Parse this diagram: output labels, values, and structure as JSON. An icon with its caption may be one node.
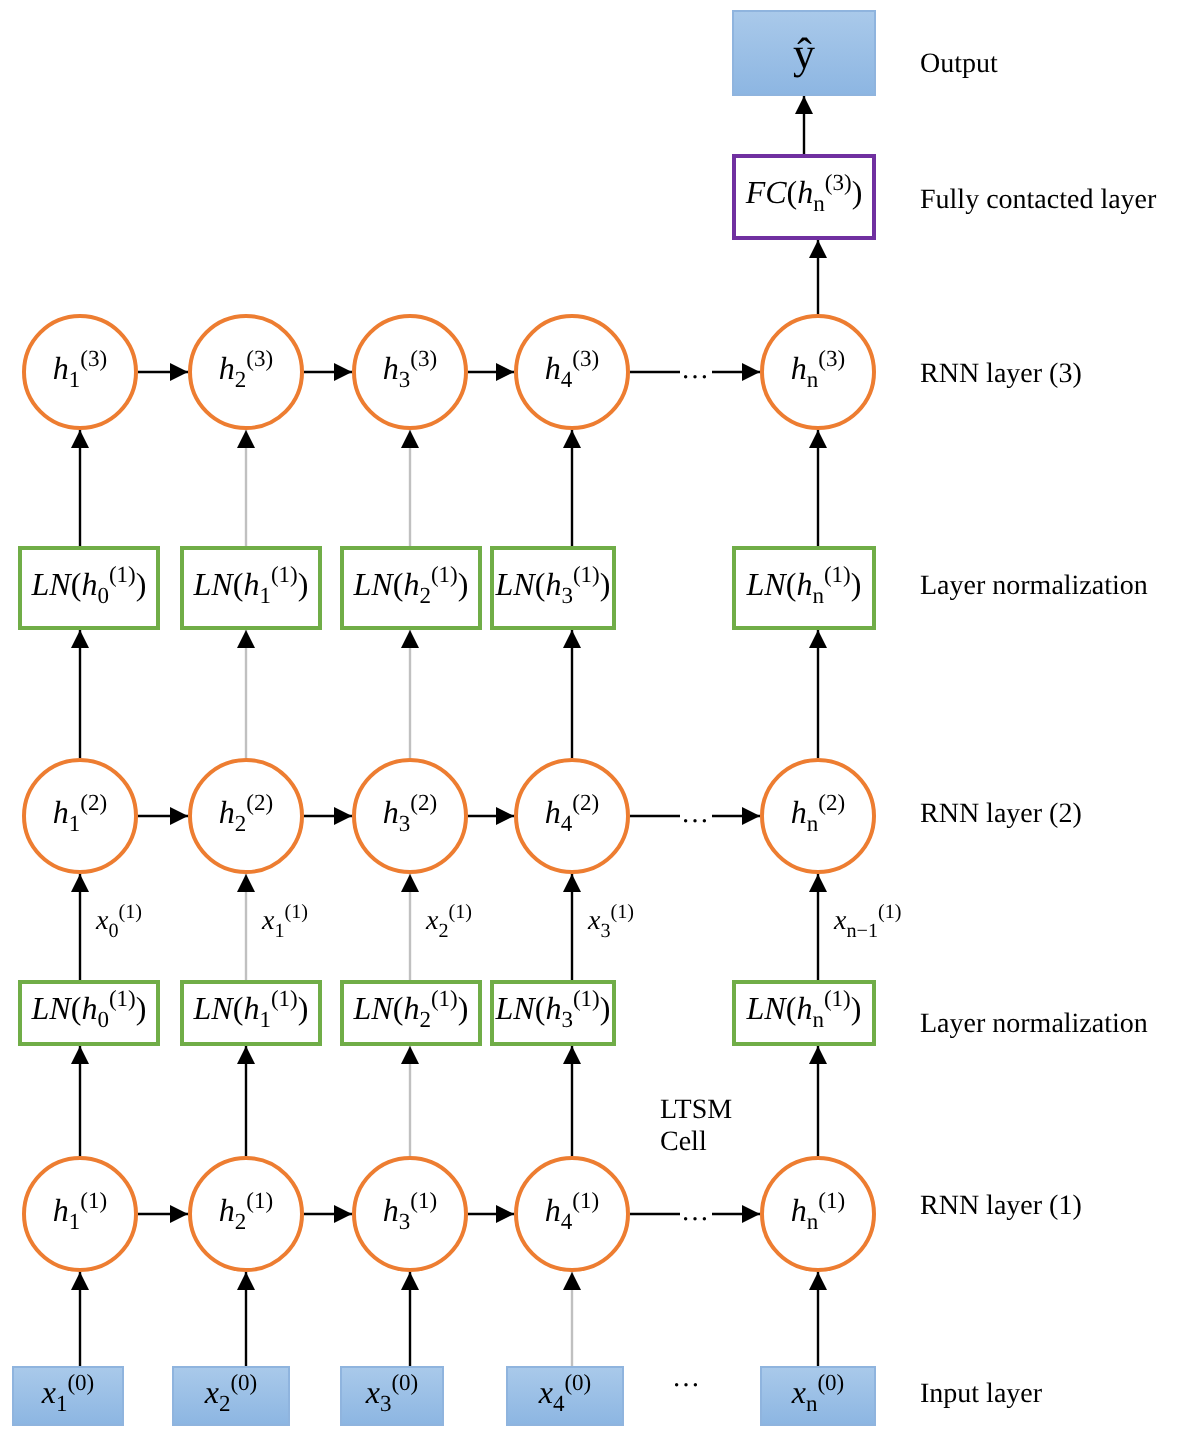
{
  "diagram": {
    "nodes": [
      {
        "text": [
          "ŷ"
        ]
      },
      {
        "text": [
          "*FC*(*h*$_{n}$$^{(3)}$)"
        ]
      },
      {
        "text": [
          "*h*$_{1}$$^{(3)}$"
        ]
      },
      {
        "text": [
          "*h*$_{2}$$^{(3)}$"
        ]
      },
      {
        "text": [
          "*h*$_{3}$$^{(3)}$"
        ]
      },
      {
        "text": [
          "*h*$_{4}$$^{(3)}$"
        ]
      },
      {
        "text": [
          "*h*$_{n}$$^{(3)}$"
        ]
      },
      {
        "text": [
          "*LN*(*h*$_{0}$$^{(1)}$)"
        ]
      },
      {
        "text": [
          "*LN*(*h*$_{1}$$^{(1)}$)"
        ]
      },
      {
        "text": [
          "*LN*(*h*$_{2}$$^{(1)}$)"
        ]
      },
      {
        "text": [
          "*LN*(*h*$_{3}$$^{(1)}$)"
        ]
      },
      {
        "text": [
          "*LN*(*h*$_{n}$$^{(1)}$)"
        ]
      },
      {
        "text": [
          "*h*$_{1}$$^{(2)}$"
        ]
      },
      {
        "text": [
          "*h*$_{2}$$^{(2)}$"
        ]
      },
      {
        "text": [
          "*h*$_{3}$$^{(2)}$"
        ]
      },
      {
        "text": [
          "*h*$_{4}$$^{(2)}$"
        ]
      },
      {
        "text": [
          "*h*$_{n}$$^{(2)}$"
        ]
      },
      {
        "text": [
          "*LN*(*h*$_{0}$$^{(1)}$)"
        ]
      },
      {
        "text": [
          "*LN*(*h*$_{1}$$^{(1)}$)"
        ]
      },
      {
        "text": [
          "*LN*(*h*$_{2}$$^{(1)}$)"
        ]
      },
      {
        "text": [
          "*LN*(*h*$_{3}$$^{(1)}$)"
        ]
      },
      {
        "text": [
          "*LN*(*h*$_{n}$$^{(1)}$)"
        ]
      },
      {
        "text": [
          "*h*$_{1}$$^{(1)}$"
        ]
      },
      {
        "text": [
          "*h*$_{2}$$^{(1)}$"
        ]
      },
      {
        "text": [
          "*h*$_{3}$$^{(1)}$"
        ]
      },
      {
        "text": [
          "*h*$_{4}$$^{(1)}$"
        ]
      },
      {
        "text": [
          "*h*$_{n}$$^{(1)}$"
        ]
      },
      {
        "text": [
          "*x*$_{1}$$^{(0)}$"
        ]
      },
      {
        "text": [
          "*x*$_{2}$$^{(0)}$"
        ]
      },
      {
        "text": [
          "*x*$_{3}$$^{(0)}$"
        ]
      },
      {
        "text": [
          "*x*$_{4}$$^{(0)}$"
        ]
      },
      {
        "text": [
          "*x*$_{n}$$^{(0)}$"
        ]
      }
    ],
    "edges": [
      {
        "from": 1,
        "to": 0,
        "arrow": "to"
      },
      {
        "from": 6,
        "to": 1,
        "arrow": "to"
      },
      {
        "from": 2,
        "to": 3,
        "arrow": "to"
      },
      {
        "from": 3,
        "to": 4,
        "arrow": "to"
      },
      {
        "from": 4,
        "to": 5,
        "arrow": "to"
      },
      {
        "from": 5,
        "to": 6,
        "arrow": "to",
        "label": "…"
      },
      {
        "from": 7,
        "to": 2,
        "arrow": "to"
      },
      {
        "from": 8,
        "to": 3,
        "arrow": "to",
        "color": "#c0c0c0"
      },
      {
        "from": 9,
        "to": 4,
        "arrow": "to",
        "color": "#c0c0c0"
      },
      {
        "from": 10,
        "to": 5,
        "arrow": "to"
      },
      {
        "from": 11,
        "to": 6,
        "arrow": "to"
      },
      {
        "from": 12,
        "to": 7,
        "arrow": "to"
      },
      {
        "from": 13,
        "to": 8,
        "arrow": "to",
        "color": "#c0c0c0"
      },
      {
        "from": 14,
        "to": 9,
        "arrow": "to",
        "color": "#c0c0c0"
      },
      {
        "from": 15,
        "to": 10,
        "arrow": "to"
      },
      {
        "from": 16,
        "to": 11,
        "arrow": "to"
      },
      {
        "from": 12,
        "to": 13,
        "arrow": "to"
      },
      {
        "from": 13,
        "to": 14,
        "arrow": "to"
      },
      {
        "from": 14,
        "to": 15,
        "arrow": "to"
      },
      {
        "from": 15,
        "to": 16,
        "arrow": "to",
        "label": "…"
      },
      {
        "from": 17,
        "to": 12,
        "arrow": "to",
        "label": "*x*$_{0}$$^{(1)}$"
      },
      {
        "from": 18,
        "to": 13,
        "arrow": "to",
        "label": "*x*$_{1}$$^{(1)}$",
        "color": "#c0c0c0"
      },
      {
        "from": 19,
        "to": 14,
        "arrow": "to",
        "label": "*x*$_{2}$$^{(1)}$",
        "color": "#c0c0c0"
      },
      {
        "from": 20,
        "to": 15,
        "arrow": "to",
        "label": "*x*$_{3}$$^{(1)}$"
      },
      {
        "from": 21,
        "to": 16,
        "arrow": "to",
        "label": "*x*$_{n−1}$$^{(1)}$"
      },
      {
        "from": 22,
        "to": 17,
        "arrow": "to"
      },
      {
        "from": 23,
        "to": 18,
        "arrow": "to"
      },
      {
        "from": 24,
        "to": 19,
        "arrow": "to",
        "color": "#c0c0c0"
      },
      {
        "from": 25,
        "to": 20,
        "arrow": "to"
      },
      {
        "from": 26,
        "to": 21,
        "arrow": "to"
      },
      {
        "from": 22,
        "to": 23,
        "arrow": "to"
      },
      {
        "from": 23,
        "to": 24,
        "arrow": "to"
      },
      {
        "from": 24,
        "to": 25,
        "arrow": "to"
      },
      {
        "from": 25,
        "to": 26,
        "arrow": "to",
        "label": "…"
      },
      {
        "from": 27,
        "to": 22,
        "arrow": "to"
      },
      {
        "from": 28,
        "to": 23,
        "arrow": "to"
      },
      {
        "from": 29,
        "to": 24,
        "arrow": "to"
      },
      {
        "from": 30,
        "to": 25,
        "arrow": "to",
        "color": "#c0c0c0"
      },
      {
        "from": 31,
        "to": 26,
        "arrow": "to"
      }
    ],
    "labels": [
      "Output",
      "Fully contacted layer",
      "RNN layer (3)",
      "Layer normalization",
      "RNN layer (2)",
      "Layer normalization",
      "LTSM Cell",
      "RNN layer (1)",
      "…",
      "Input layer"
    ]
  }
}
